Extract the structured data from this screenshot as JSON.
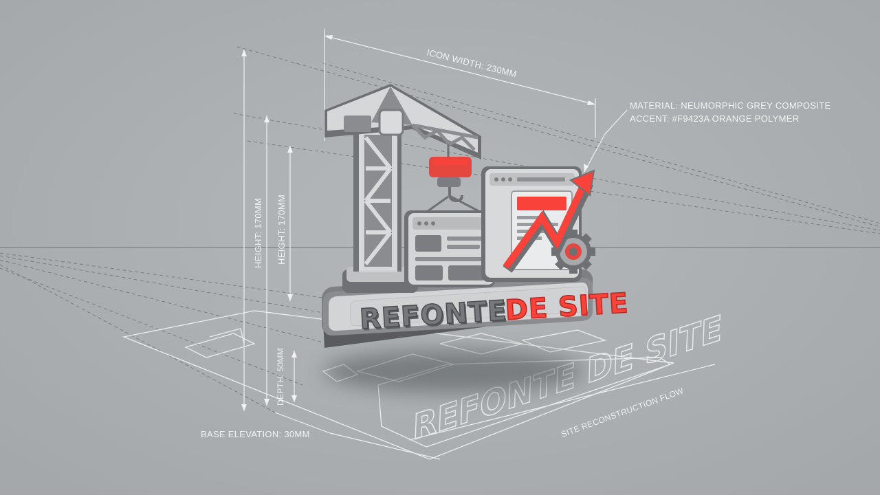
{
  "annotations": {
    "icon_width": "ICON WIDTH: 230MM",
    "material": "MATERIAL: NEUMORPHIC GREY COMPOSITE",
    "accent": "ACCENT: #F9423A ORANGE POLYMER",
    "height_outer": "HEIGHT: 170MM",
    "height_inner": "HEIGHT: 170MM",
    "depth": "DEPTH: 50MM",
    "base_elevation": "BASE ELEVATION: 30MM",
    "flow": "SITE RECONSTRUCTION FLOW"
  },
  "brand": {
    "word_grey": "REFONTE",
    "word_accent": "DE SITE",
    "floor_text": "REFONTE DE SITE"
  },
  "colors": {
    "background": "#a9adaf",
    "accent": "#f9423a",
    "body_grey": "#7b7d80",
    "light_grey": "#d7d9db",
    "dark_grey": "#4b4d50"
  },
  "icons": [
    "crane-icon",
    "webpage-block-icon",
    "browser-window-icon",
    "growth-arrow-icon",
    "gear-icon"
  ]
}
